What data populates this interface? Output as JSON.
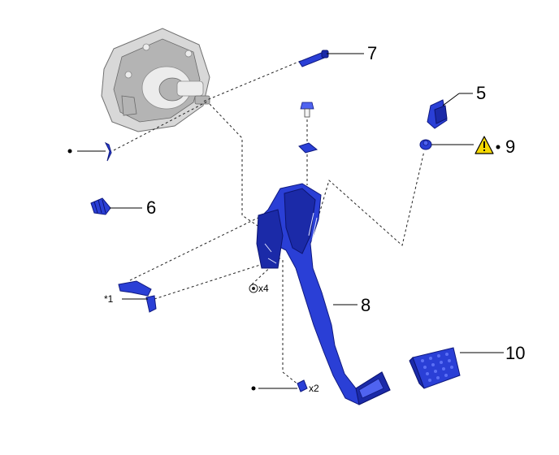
{
  "callouts": {
    "c5": "5",
    "c6": "6",
    "c7": "7",
    "c8": "8",
    "c9": "9",
    "c10": "10",
    "note1": "*1",
    "qty_x4": "x4",
    "qty_x2": "x2"
  },
  "colors": {
    "part": "#2a3fd6",
    "warning": "#f5d800",
    "booster": "#d8d8d8"
  },
  "icons": {
    "warning": "warning-triangle-icon"
  }
}
